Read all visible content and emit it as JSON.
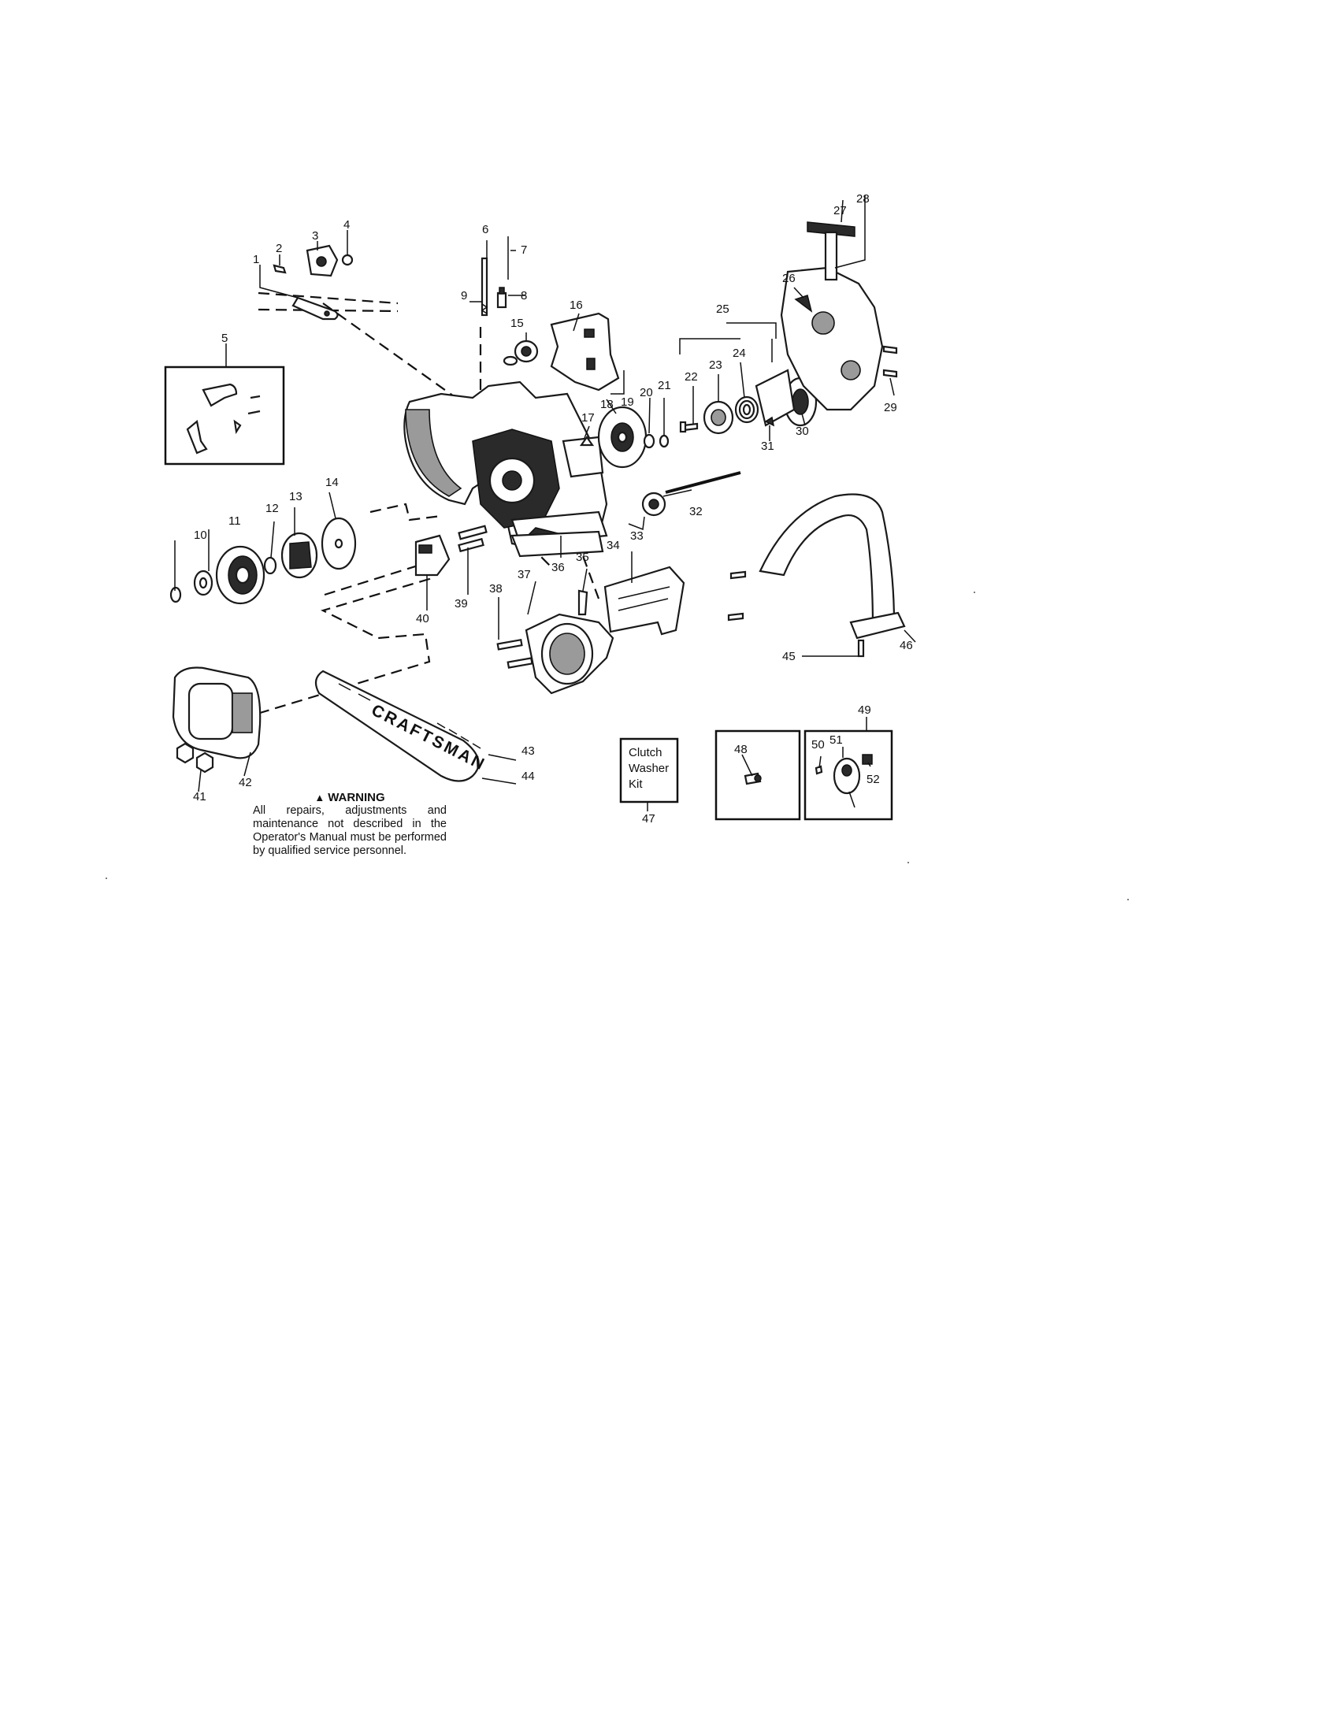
{
  "part_numbers": [
    "1",
    "2",
    "3",
    "4",
    "5",
    "6",
    "7",
    "8",
    "9",
    "10",
    "11",
    "12",
    "13",
    "14",
    "15",
    "16",
    "17",
    "18",
    "19",
    "20",
    "21",
    "22",
    "23",
    "24",
    "25",
    "26",
    "27",
    "28",
    "29",
    "30",
    "31",
    "32",
    "33",
    "34",
    "35",
    "36",
    "37",
    "38",
    "39",
    "40",
    "41",
    "42",
    "43",
    "44",
    "45",
    "46",
    "47",
    "48",
    "49",
    "50",
    "51",
    "52"
  ],
  "bar_brand": "CRAFTSMAN",
  "kit_box": {
    "line1": "Clutch",
    "line2": "Washer",
    "line3": "Kit"
  },
  "warning": {
    "title": "WARNING",
    "text": "All repairs, adjustments and maintenance not described in the Operator's Manual must be performed by qualified service personnel."
  }
}
